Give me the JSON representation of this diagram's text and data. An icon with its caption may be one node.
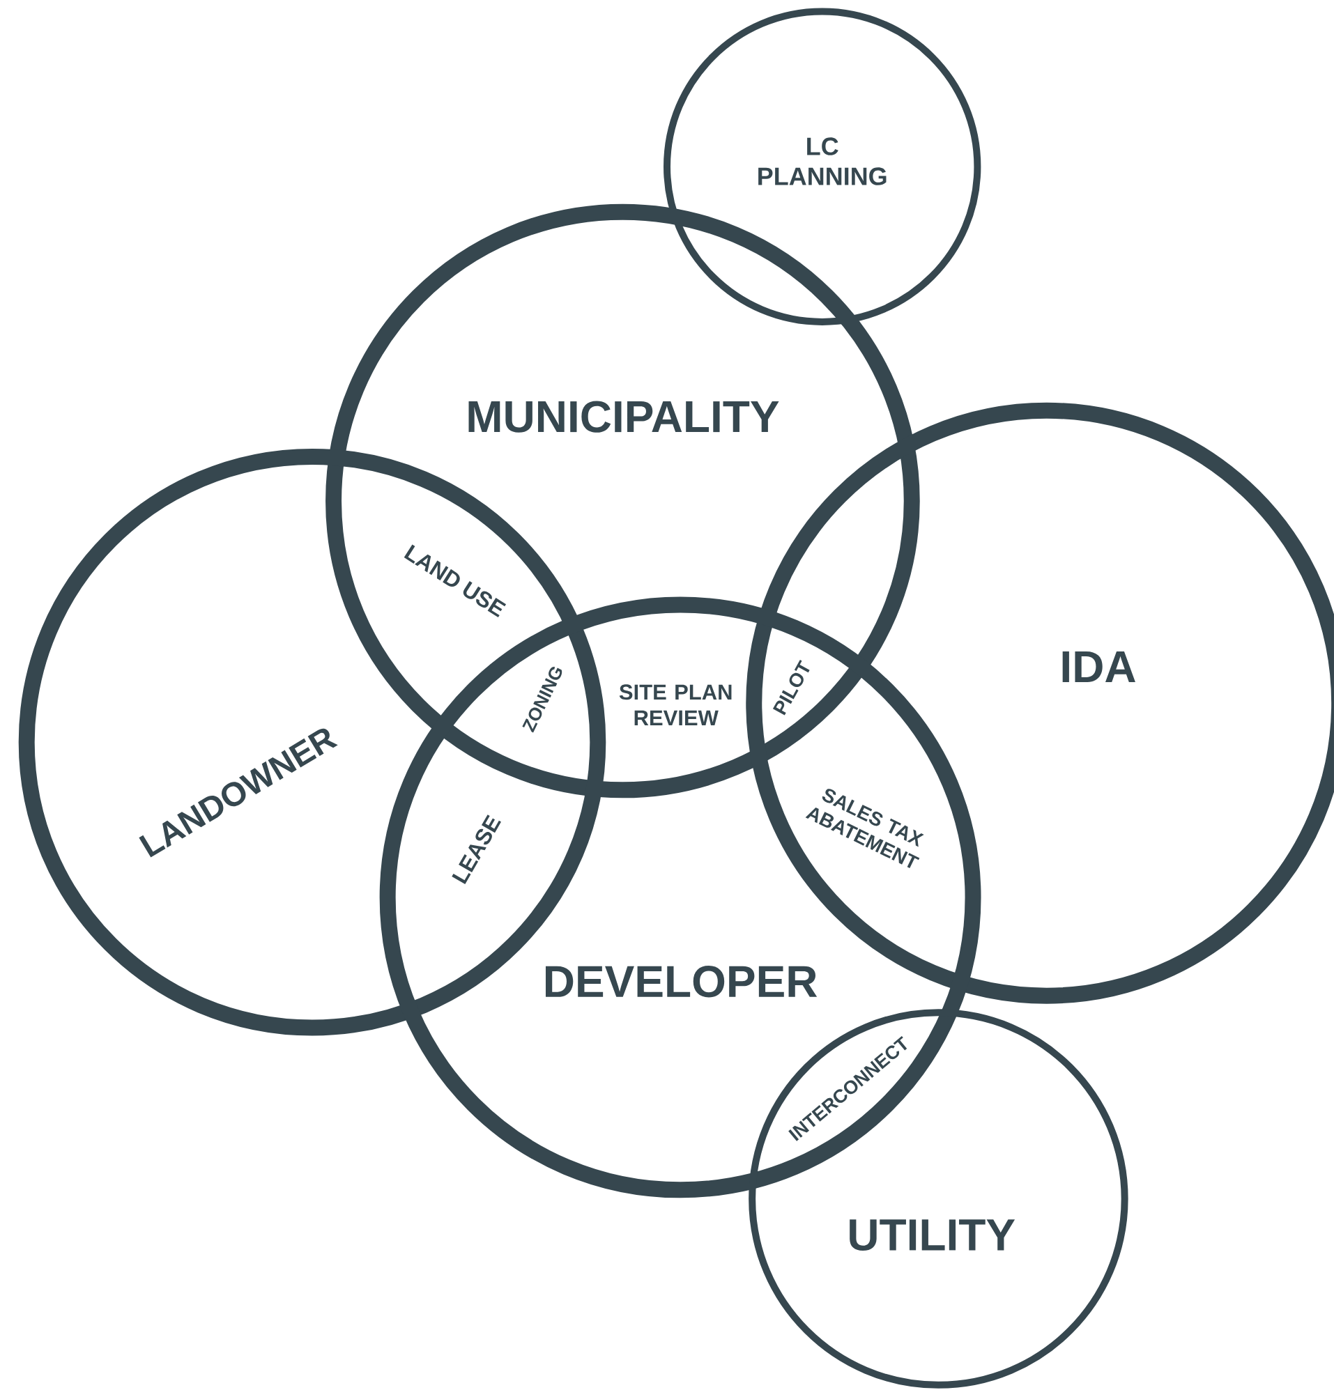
{
  "diagram": {
    "nodes": [
      {
        "text": [
          "LC PLANNING"
        ]
      },
      {
        "text": [
          "MUNICIPALITY"
        ]
      },
      {
        "text": [
          "LANDOWNER"
        ]
      },
      {
        "text": [
          "IDA"
        ]
      },
      {
        "text": [
          "DEVELOPER"
        ]
      },
      {
        "text": [
          "UTILITY"
        ]
      }
    ],
    "labels": [
      "LAND USE",
      "ZONING",
      "SITE PLAN REVIEW",
      "PILOT",
      "LEASE",
      "SALES TAX ABATEMENT",
      "INTERCONNECT"
    ]
  }
}
